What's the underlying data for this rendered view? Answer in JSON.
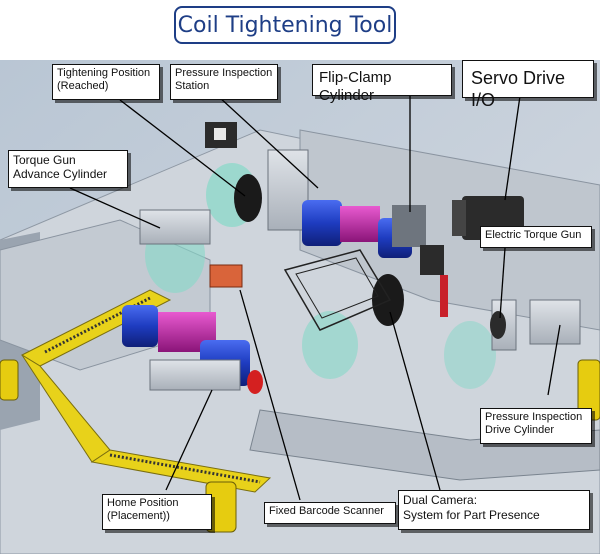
{
  "title": "Coil Tightening Tool",
  "labels": {
    "tightening_position": "Tightening Position\n(Reached)",
    "pressure_inspection_station": "Pressure Inspection\nStation",
    "flip_clamp_cylinder": "Flip-Clamp Cylinder",
    "servo_drive_io": "Servo Drive I/O",
    "torque_gun_advance_cylinder": "Torque Gun\nAdvance Cylinder",
    "electric_torque_gun": "Electric Torque Gun",
    "pressure_inspection_drive_cylinder": "Pressure Inspection\nDrive Cylinder",
    "home_position": "Home Position\n(Placement))",
    "fixed_barcode_scanner": "Fixed Barcode Scanner",
    "dual_camera": "Dual Camera:\nSystem for Part Presence"
  },
  "colors": {
    "title": "#1e3e86",
    "background": "#c8d0da",
    "frame_yellow": "#e8d21a",
    "cylinder_blue": "#2545c8",
    "cylinder_magenta": "#cc22aa",
    "accent_red": "#d42020",
    "glass_teal": "#86d8c8"
  }
}
